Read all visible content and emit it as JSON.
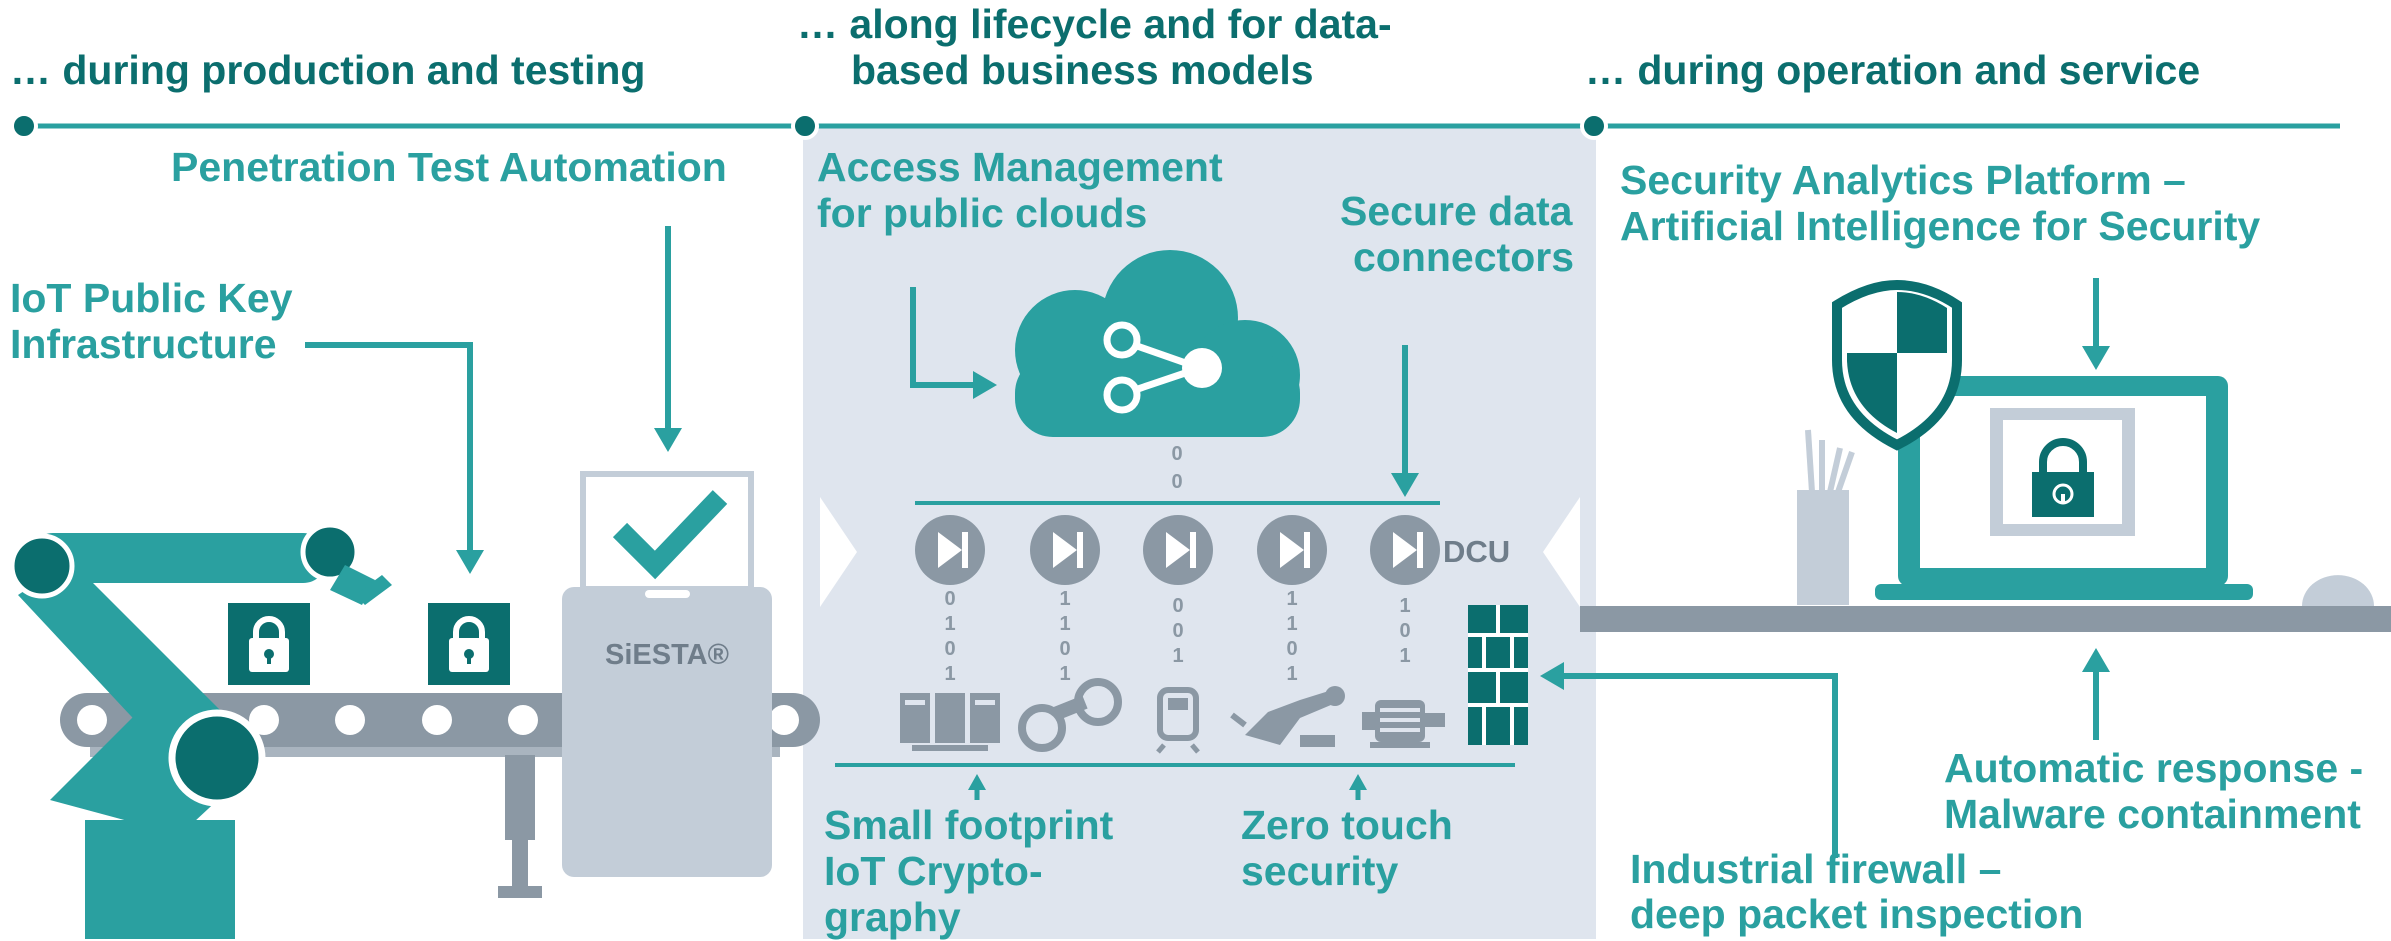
{
  "colors": {
    "teal": "#2aa0a0",
    "dark_teal": "#0b6e6e",
    "panel": "#dfe5ee",
    "grey": "#8b98a4",
    "light_grey": "#c3cdd8"
  },
  "sections": {
    "production": "… during production and testing",
    "lifecycle_line1": "… along lifecycle and for data-",
    "lifecycle_line2": "based business models",
    "operation": "… during operation and service"
  },
  "labels": {
    "pentest": "Penetration Test Automation",
    "pki_line1": "IoT Public Key",
    "pki_line2": "Infrastructure",
    "access_line1": "Access Management",
    "access_line2": "for public clouds",
    "connectors_line1": "Secure data",
    "connectors_line2": "connectors",
    "analytics_line1": "Security Analytics Platform –",
    "analytics_line2": "Artificial Intelligence for Security",
    "crypto_line1": "Small footprint",
    "crypto_line2": "IoT Crypto-",
    "crypto_line3": "graphy",
    "zerotouch_line1": "Zero touch",
    "zerotouch_line2": "security",
    "response_line1": "Automatic response -",
    "response_line2": "Malware containment",
    "firewall_line1": "Industrial firewall –",
    "firewall_line2": "deep packet inspection"
  },
  "devices": {
    "siesta": "SiESTA®",
    "dcu": "DCU",
    "cloud_bits": [
      "0",
      "0"
    ],
    "bit_columns": [
      [
        "0",
        "1",
        "0",
        "1"
      ],
      [
        "1",
        "1",
        "0",
        "1"
      ],
      [
        "0",
        "0",
        "1"
      ],
      [
        "1",
        "1",
        "0",
        "1"
      ],
      [
        "1",
        "0",
        "1"
      ]
    ]
  },
  "icons": [
    "robot-arm-icon",
    "padlock-icon",
    "checkmark-icon",
    "cloud-share-icon",
    "play-node-icon",
    "firewall-brick-icon",
    "shield-icon",
    "laptop-icon",
    "pen-holder-icon",
    "server-rack-icon",
    "turbine-icon",
    "train-icon",
    "industrial-robot-icon",
    "motor-icon"
  ]
}
